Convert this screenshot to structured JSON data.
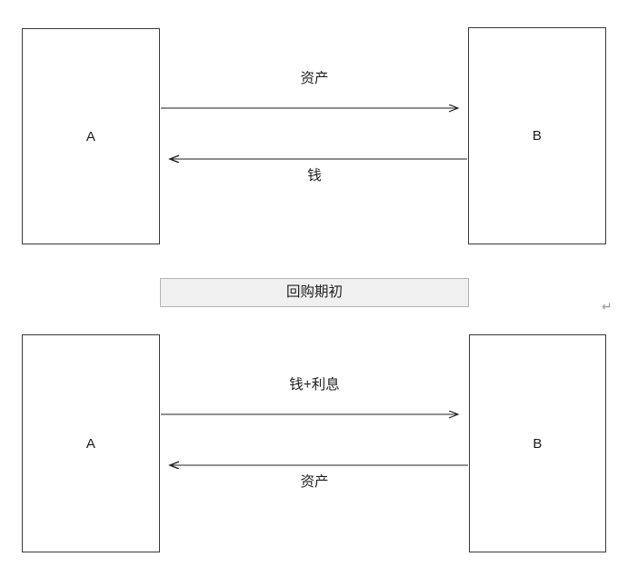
{
  "diagram": {
    "title_hidden": "",
    "type": "flow-exchange-diagram",
    "colors": {
      "box_border": "#3a3a3a",
      "box_fill": "#ffffff",
      "arrow": "#1f1f1f",
      "banner_fill": "#f0f0f0",
      "banner_border": "#b3b3b3",
      "text": "#1f1f1f",
      "return_mark": "#9a9a9a"
    },
    "sections": [
      {
        "id": "opening-leg",
        "left_node": {
          "label": "A"
        },
        "right_node": {
          "label": "B"
        },
        "flows": [
          {
            "id": "assets-to-b",
            "label": "资产",
            "direction": "left-to-right"
          },
          {
            "id": "money-to-a",
            "label": "钱",
            "direction": "right-to-left"
          }
        ]
      },
      {
        "id": "closing-leg",
        "left_node": {
          "label": "A"
        },
        "right_node": {
          "label": "B"
        },
        "flows": [
          {
            "id": "money-plus-interest-to-b",
            "label": "钱+利息",
            "direction": "left-to-right"
          },
          {
            "id": "assets-to-a",
            "label": "资产",
            "direction": "right-to-left"
          }
        ]
      }
    ],
    "phase_banner": {
      "label": "回购期初"
    },
    "return_mark": {
      "glyph": "↵",
      "name": "return-mark-icon"
    }
  }
}
